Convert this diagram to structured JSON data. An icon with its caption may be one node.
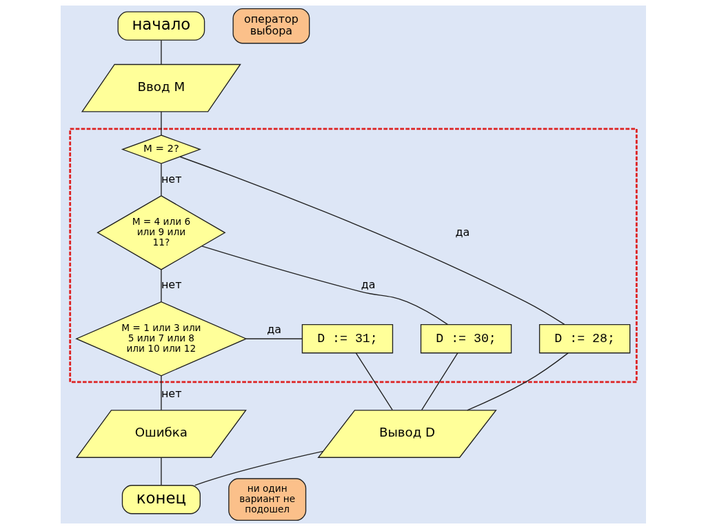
{
  "diagram": {
    "nodes": [
      {
        "text": [
          "начало"
        ]
      },
      {
        "text": [
          "Ввод M"
        ]
      },
      {
        "text": [],
        "shape": "box"
      },
      {
        "text": [
          "M = 2?"
        ],
        "in": 2
      },
      {
        "text": [
          "M = 4 или 6 или 9 или 11?"
        ],
        "in": 2
      },
      {
        "text": [
          "M = 1 или 3 или 5 или 7 или 8 или 10 или 12"
        ],
        "in": 2
      },
      {
        "text": [
          "D := 31;"
        ],
        "in": 2
      },
      {
        "text": [
          "D := 30;"
        ],
        "in": 2
      },
      {
        "text": [
          "D := 28;"
        ],
        "in": 2
      },
      {
        "text": [
          "Ошибка"
        ]
      },
      {
        "text": [
          "Вывод D"
        ]
      },
      {
        "text": [
          "конец"
        ]
      },
      {
        "text": [
          "оператор выбора"
        ]
      },
      {
        "text": [
          "ни один вариант не подошел"
        ]
      }
    ],
    "edges": [
      {
        "from": 0,
        "to": 1,
        "arrow": "none"
      },
      {
        "from": 1,
        "to": 3,
        "arrow": "none"
      },
      {
        "from": 3,
        "to": 4,
        "label": "нет",
        "arrow": "none"
      },
      {
        "from": 3,
        "to": 8,
        "label": "да",
        "arrow": "none"
      },
      {
        "from": 4,
        "to": 5,
        "label": "нет",
        "arrow": "none"
      },
      {
        "from": 4,
        "to": 7,
        "label": "да",
        "arrow": "none"
      },
      {
        "from": 5,
        "to": 6,
        "label": "да",
        "arrow": "none"
      },
      {
        "from": 5,
        "to": 9,
        "label": "нет",
        "arrow": "none"
      },
      {
        "from": 6,
        "to": 10,
        "arrow": "none"
      },
      {
        "from": 7,
        "to": 10,
        "arrow": "none"
      },
      {
        "from": 8,
        "to": 10,
        "arrow": "none"
      },
      {
        "from": 9,
        "to": 11,
        "arrow": "none"
      },
      {
        "from": 10,
        "to": 11,
        "arrow": "none"
      }
    ]
  }
}
